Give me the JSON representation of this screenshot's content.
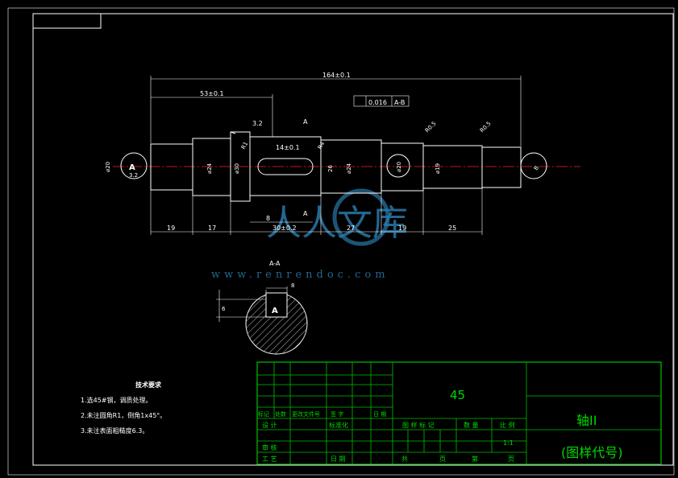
{
  "dimensions": {
    "total_length": "164±0.1",
    "length_53": "53±0.1",
    "runout": "0.016",
    "datum_ref": "A-B",
    "roughness_top": "3.2",
    "roughness_left": "3.2",
    "section_arrow": "A",
    "key_slot": "14±0.1",
    "chamfer_r05_a": "R0.5",
    "chamfer_r05_b": "R0.5",
    "d_left": "⌀20",
    "d_24a": "⌀24",
    "d_30": "⌀30",
    "d_26": "26",
    "d_24b": "⌀24",
    "d_20b": "⌀20",
    "d_19": "⌀19",
    "d_r1": "R1",
    "d_r4": "R4",
    "seg_19a": "19",
    "seg_17": "17",
    "seg_8": "8",
    "seg_30": "30±0.2",
    "seg_27": "27",
    "seg_19b": "19",
    "seg_25": "25",
    "center_a_left": "A",
    "center_b_right": "B"
  },
  "section": {
    "title": "A-A",
    "width_label": "8",
    "depth_label": "6",
    "center_label": "A"
  },
  "tech": {
    "title": "技术要求",
    "items": [
      "1.选45#钢，调质处理。",
      "2.未注圆角R1，倒角1x45°。",
      "3.未注表面粗糙度6.3。"
    ]
  },
  "title_block": {
    "material": "45",
    "part_name": "轴II",
    "drawing_code": "(图样代号)",
    "row_labels": [
      "标记",
      "处数",
      "更改文件号",
      "签 字",
      "日 期"
    ],
    "design": "设 计",
    "standard": "标准化",
    "review": "审 核",
    "process": "工 艺",
    "date": "日 期",
    "stage_mark": "图 样 标 记",
    "quantity": "数 量",
    "ratio": "比 例",
    "scale": "1:1",
    "total_label": "共",
    "page_label": "页",
    "sheet_label": "第",
    "page_label2": "页"
  },
  "watermark": {
    "logo": "人人文库",
    "url": "www.renrendoc.com"
  }
}
